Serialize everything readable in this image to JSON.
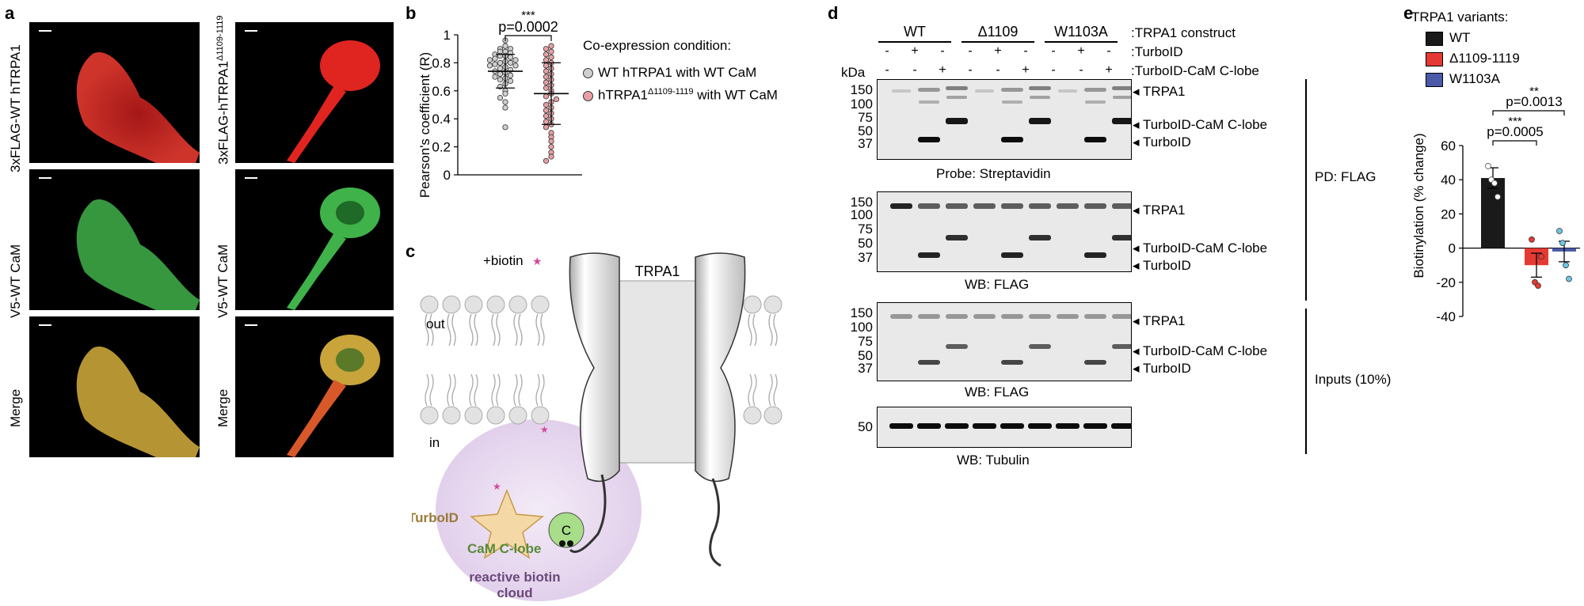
{
  "panel_labels": {
    "a": "a",
    "b": "b",
    "c": "c",
    "d": "d",
    "e": "e"
  },
  "panel_a": {
    "col1_labels": [
      "3xFLAG-WT hTRPA1",
      "V5-WT CaM",
      "Merge"
    ],
    "col2_labels": [
      "3xFLAG-hTRPA1",
      "Δ1109-1119",
      "V5-WT CaM",
      "Merge"
    ],
    "colors": {
      "red": "#e0241f",
      "green": "#3fb24a",
      "merge": "#c9a43a"
    }
  },
  "panel_b": {
    "sig": "***",
    "pvalue": "p=0.0002",
    "ylabel": "Pearson's coefficient (R)",
    "yticks": [
      "0",
      "0.2",
      "0.4",
      "0.6",
      "0.8",
      "1"
    ],
    "legend_title": "Co-expression condition:",
    "legend": [
      {
        "text": "WT hTRPA1 with WT CaM",
        "color": "#cfcfcf"
      },
      {
        "text": "hTRPA1",
        "sup": "Δ1109-1119",
        "text2": " with WT CaM",
        "color": "#e8a0a4"
      }
    ],
    "chart_data": {
      "type": "scatter",
      "ylim": [
        0,
        1
      ],
      "series": [
        {
          "name": "WT hTRPA1 with WT CaM",
          "mean": 0.74,
          "sd": 0.12,
          "values": [
            0.96,
            0.92,
            0.9,
            0.9,
            0.88,
            0.88,
            0.87,
            0.86,
            0.85,
            0.85,
            0.84,
            0.83,
            0.82,
            0.82,
            0.81,
            0.8,
            0.8,
            0.79,
            0.78,
            0.78,
            0.77,
            0.76,
            0.75,
            0.74,
            0.73,
            0.72,
            0.71,
            0.7,
            0.69,
            0.68,
            0.67,
            0.65,
            0.63,
            0.6,
            0.58,
            0.55,
            0.52,
            0.48,
            0.34
          ]
        },
        {
          "name": "hTRPA1 Δ1109-1119 with WT CaM",
          "mean": 0.58,
          "sd": 0.22,
          "values": [
            0.92,
            0.9,
            0.88,
            0.86,
            0.84,
            0.82,
            0.8,
            0.78,
            0.76,
            0.74,
            0.72,
            0.7,
            0.68,
            0.66,
            0.64,
            0.62,
            0.6,
            0.58,
            0.56,
            0.54,
            0.52,
            0.5,
            0.48,
            0.46,
            0.44,
            0.42,
            0.4,
            0.38,
            0.36,
            0.34,
            0.3,
            0.27,
            0.24,
            0.2,
            0.16,
            0.13,
            0.1
          ]
        }
      ]
    }
  },
  "panel_c": {
    "title": "TRPA1",
    "biotin": "+biotin",
    "out": "out",
    "in": "in",
    "turboid": "TurboID",
    "cam": "CaM C-lobe",
    "c_letter": "C",
    "cloud": [
      "reactive biotin",
      "cloud"
    ]
  },
  "panel_d": {
    "groups": [
      "WT",
      "Δ1109",
      "W1103A"
    ],
    "row_labels": [
      ":TRPA1 construct",
      ":TurboID",
      ":TurboID-CaM C-lobe"
    ],
    "kda": "kDa",
    "turboid_signs": [
      "-",
      "+",
      "-",
      "-",
      "+",
      "-",
      "-",
      "+",
      "-"
    ],
    "cam_signs": [
      "-",
      "-",
      "+",
      "-",
      "-",
      "+",
      "-",
      "-",
      "+"
    ],
    "mw_top": [
      "150",
      "100",
      "75",
      "50",
      "37"
    ],
    "mw_mid": [
      "150",
      "100",
      "75",
      "50",
      "37"
    ],
    "mw_inp": [
      "150",
      "100",
      "75",
      "50",
      "37"
    ],
    "mw_tub": [
      "50"
    ],
    "arrows": [
      "TRPA1",
      "TurboID-CaM C-lobe",
      "TurboID"
    ],
    "probes": [
      "Probe: Streptavidin",
      "WB: FLAG",
      "WB: FLAG",
      "WB: Tubulin"
    ],
    "side": [
      "PD: FLAG",
      "Inputs (10%)"
    ]
  },
  "panel_e": {
    "legend_title": "TRPA1 variants:",
    "legend": [
      {
        "text": "WT",
        "color": "#1a1a1a"
      },
      {
        "text": "Δ1109-1119",
        "color": "#e53a34"
      },
      {
        "text": "W1103A",
        "color": "#4a5aa8"
      }
    ],
    "ylabel": "Biotinylation (% change)",
    "yticks": [
      "60",
      "40",
      "20",
      "0",
      "-20",
      "-40"
    ],
    "sig1": "***",
    "p1": "p=0.0005",
    "sig2": "**",
    "p2": "p=0.0013",
    "chart_data": {
      "type": "bar",
      "categories": [
        "WT",
        "Δ1109-1119",
        "W1103A"
      ],
      "values": [
        41,
        -10,
        -2
      ],
      "errors": [
        6,
        7,
        6
      ],
      "ylim": [
        -40,
        60
      ],
      "points": [
        [
          48,
          40,
          38,
          30
        ],
        [
          5,
          -20,
          -22,
          -5
        ],
        [
          10,
          3,
          -10,
          -18
        ]
      ]
    }
  }
}
